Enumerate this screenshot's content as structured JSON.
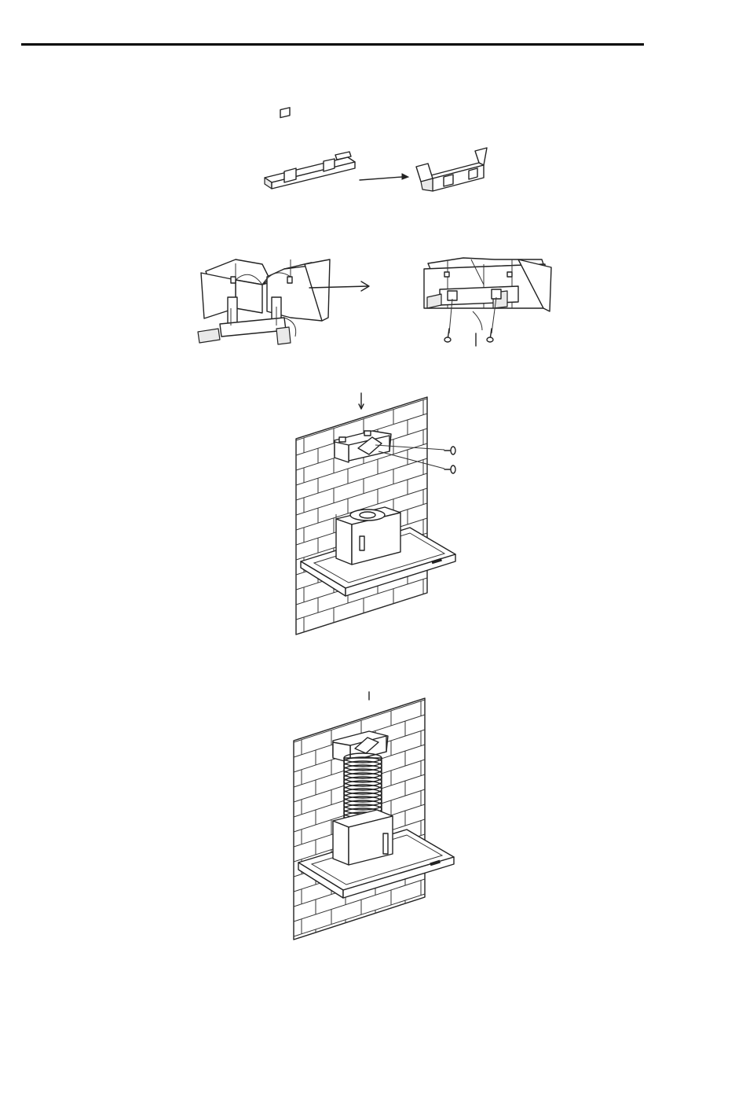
{
  "page": {
    "background": "#ffffff",
    "line_color": "#222222"
  },
  "figures": [
    {
      "id": "bracket-bend",
      "icon": "bracket-bending-icon"
    },
    {
      "id": "bracket-to-duct",
      "icon": "duct-bracket-assembly-icon"
    },
    {
      "id": "duct-mount-on-wall",
      "icon": "wall-duct-mounting-icon"
    },
    {
      "id": "hose-connected",
      "icon": "flexible-hose-installation-icon"
    }
  ]
}
